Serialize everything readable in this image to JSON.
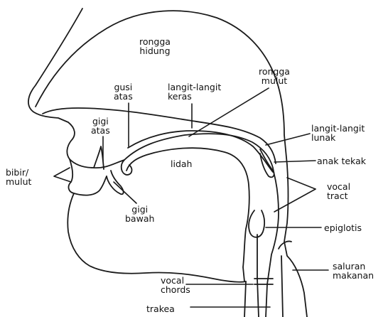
{
  "diagram": {
    "stroke_color": "#1a1a1a",
    "background": "#ffffff",
    "labels": {
      "rongga_hidung": [
        "rongga",
        "hidung"
      ],
      "gusi_atas": [
        "gusi",
        "atas"
      ],
      "langit_langit_keras": [
        "langit-langit",
        "keras"
      ],
      "rongga_mulut": [
        "rongga",
        "mulut"
      ],
      "gigi_atas": [
        "gigi",
        "atas"
      ],
      "langit_langit_lunak": [
        "langit-langit",
        "lunak"
      ],
      "lidah": [
        "lidah"
      ],
      "anak_tekak": [
        "anak tekak"
      ],
      "bibir_mulut": [
        "bibir/",
        "mulut"
      ],
      "vocal_tract": [
        "vocal",
        "tract"
      ],
      "gigi_bawah": [
        "gigi",
        "bawah"
      ],
      "epiglotis": [
        "epiglotis"
      ],
      "saluran_makanan": [
        "saluran",
        "makanan"
      ],
      "vocal_chords": [
        "vocal",
        "chords"
      ],
      "trakea": [
        "trakea"
      ]
    }
  }
}
